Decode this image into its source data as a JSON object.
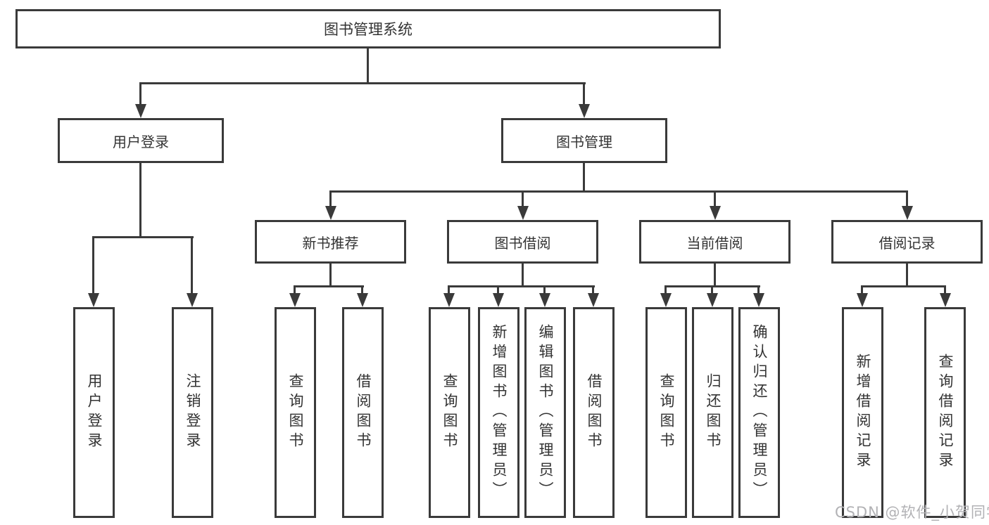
{
  "tree": {
    "label": "图书管理系统",
    "children": [
      {
        "label": "用户登录",
        "children": [
          {
            "label": "用户登录"
          },
          {
            "label": "注销登录"
          }
        ]
      },
      {
        "label": "图书管理",
        "children": [
          {
            "label": "新书推荐",
            "children": [
              {
                "label": "查询图书"
              },
              {
                "label": "借阅图书"
              }
            ]
          },
          {
            "label": "图书借阅",
            "children": [
              {
                "label": "查询图书"
              },
              {
                "label": "新增图书（管理员）"
              },
              {
                "label": "编辑图书（管理员）"
              },
              {
                "label": "借阅图书"
              }
            ]
          },
          {
            "label": "当前借阅",
            "children": [
              {
                "label": "查询图书"
              },
              {
                "label": "归还图书"
              },
              {
                "label": "确认归还（管理员）"
              }
            ]
          },
          {
            "label": "借阅记录",
            "children": [
              {
                "label": "新增借阅记录"
              },
              {
                "label": "查询借阅记录"
              }
            ]
          }
        ]
      }
    ]
  },
  "watermark": "CSDN @软件_小贺同学",
  "colors": {
    "line": "#3a3a3a",
    "text": "#333333",
    "watermark": "#b2b2b5"
  }
}
